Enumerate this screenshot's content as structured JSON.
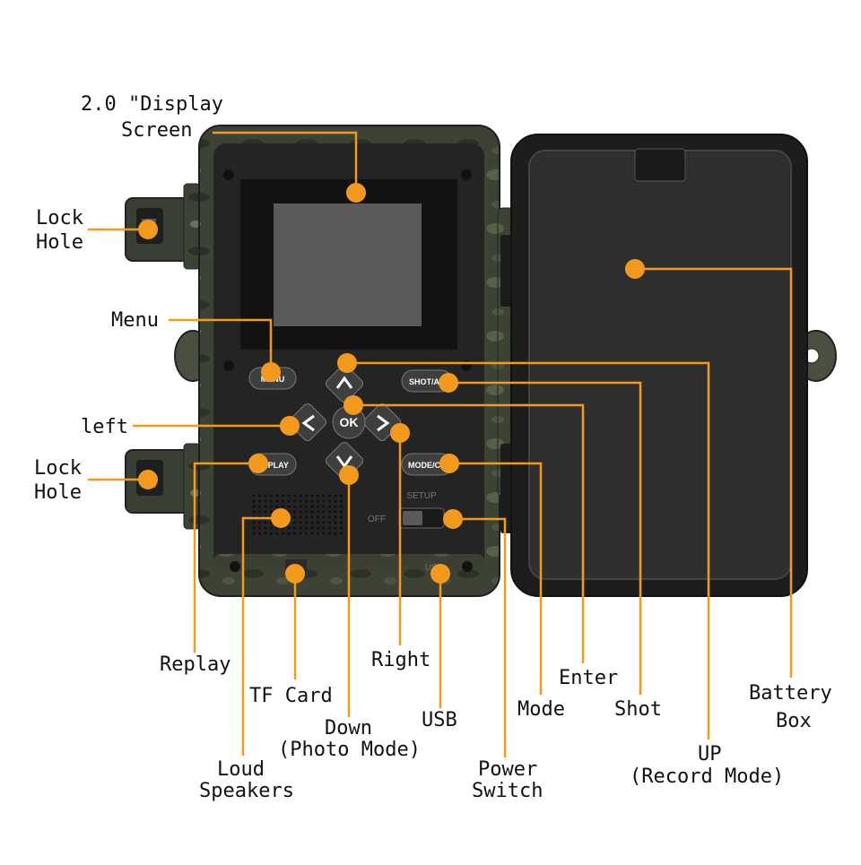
{
  "labels": {
    "display_line1": "2.0 \"Display",
    "display_line2": "Screen",
    "lock_hole_top_line1": "Lock",
    "lock_hole_top_line2": "Hole",
    "menu": "Menu",
    "left": "left",
    "lock_hole_bottom_line1": "Lock",
    "lock_hole_bottom_line2": "Hole",
    "replay": "Replay",
    "tf_card": "TF Card",
    "loud_speakers_line1": "Loud",
    "loud_speakers_line2": "Speakers",
    "down_line1": "Down",
    "down_line2": "(Photo Mode)",
    "right": "Right",
    "usb": "USB",
    "power_switch_line1": "Power",
    "power_switch_line2": "Switch",
    "mode": "Mode",
    "enter": "Enter",
    "shot": "Shot",
    "up_line1": "UP",
    "up_line2": "(Record Mode)",
    "battery_box_line1": "Battery",
    "battery_box_line2": "Box"
  },
  "device": {
    "menu_button": "MENU",
    "ok_button": "OK",
    "shot_button": "SHOT/A",
    "replay_button": "REPLAY",
    "mode_button": "MODE/C",
    "setup_text": "SETUP",
    "off_text": "OFF",
    "usb_port_text": "USB"
  },
  "colors": {
    "accent": "#f39a1e",
    "housing": "#3f4535",
    "panel": "#232323",
    "screen": "#5a5a5a"
  },
  "icons": [
    "up-arrow-icon",
    "down-arrow-icon",
    "left-arrow-icon",
    "right-arrow-icon"
  ]
}
